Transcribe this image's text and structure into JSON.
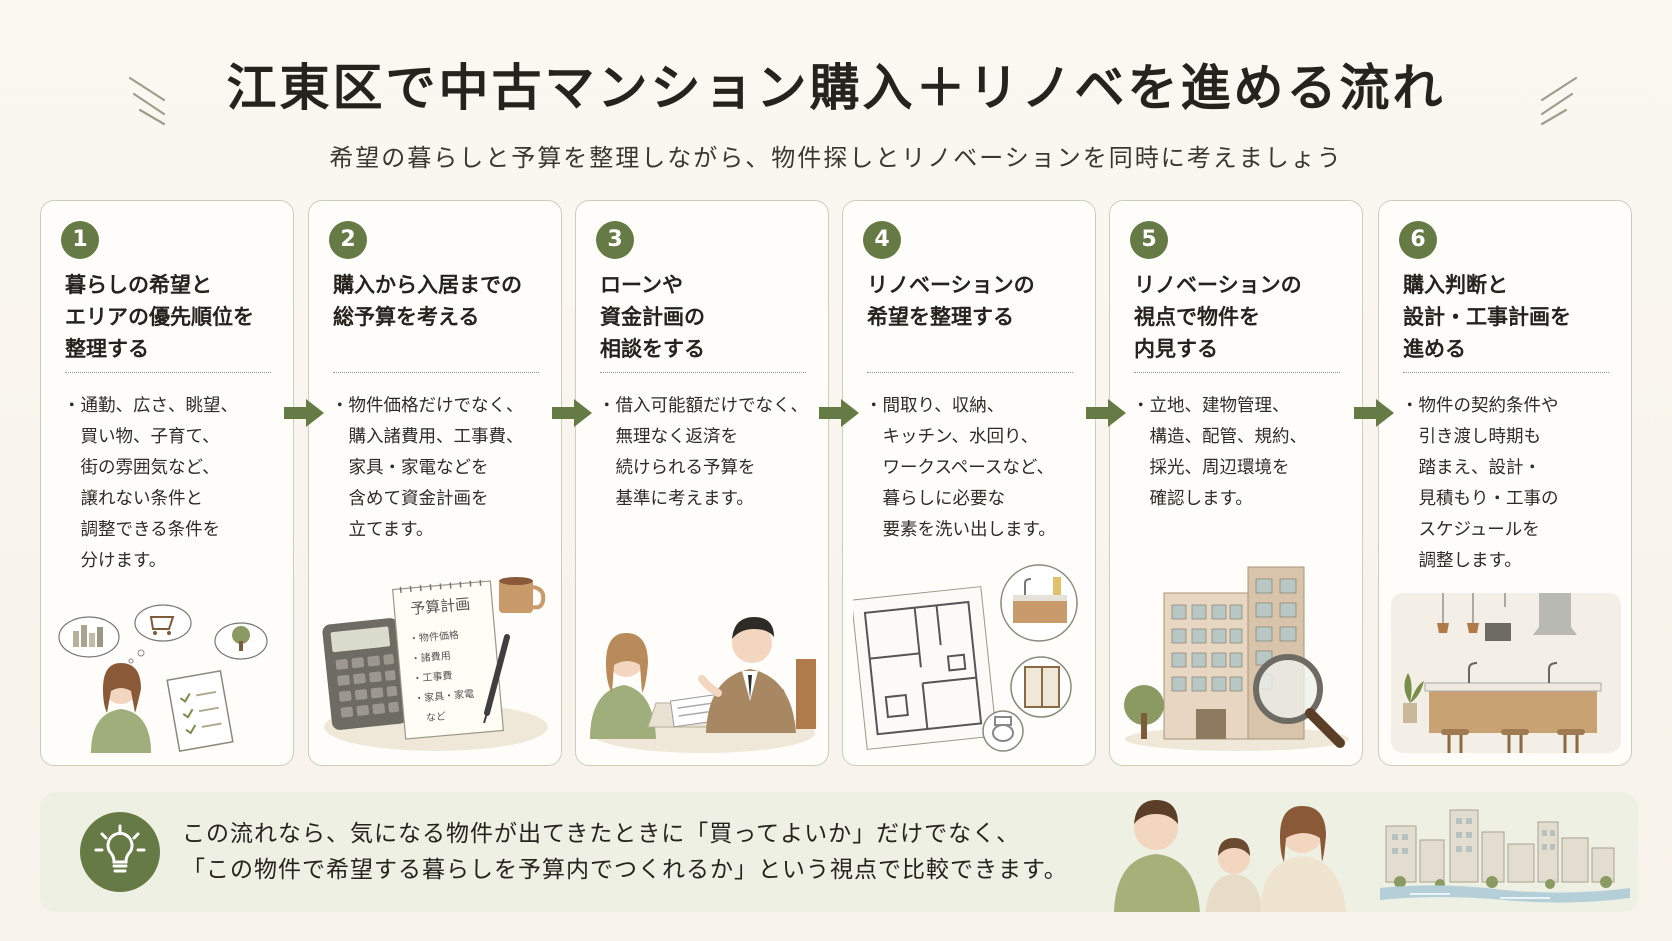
{
  "title": "江東区で中古マンション購入＋リノベを進める流れ",
  "subtitle": "希望の暮らしと予算を整理しながら、物件探しとリノベーションを同時に考えましょう",
  "colors": {
    "accent": "#667a45",
    "card_border": "#c9cfbb",
    "background": "#f7f2ea",
    "footer_bg": "#eef0e4"
  },
  "steps": [
    {
      "number": "1",
      "title": "暮らしの希望と\nエリアの優先順位を\n整理する",
      "body": "・通勤、広さ、眺望、\n　買い物、子育て、\n　街の雰囲気など、\n　譲れない条件と\n　調整できる条件を\n　分けます。",
      "illustration": "woman-thinking-checklist-icon"
    },
    {
      "number": "2",
      "title": "購入から入居までの\n総予算を考える",
      "body": "・物件価格だけでなく、\n　購入諸費用、工事費、\n　家具・家電などを\n　含めて資金計画を\n　立てます。",
      "illustration": "calculator-budget-notebook-icon",
      "notebook_title": "予算計画",
      "notebook_items": [
        "・物件価格",
        "・諸費用",
        "・工事費",
        "・家具・家電",
        "など"
      ]
    },
    {
      "number": "3",
      "title": "ローンや\n資金計画の\n相談をする",
      "body": "・借入可能額だけでなく、\n　無理なく返済を\n　続けられる予算を\n　基準に考えます。",
      "illustration": "loan-consultation-icon"
    },
    {
      "number": "4",
      "title": "リノベーションの\n希望を整理する",
      "body": "・間取り、収納、\n　キッチン、水回り、\n　ワークスペースなど、\n　暮らしに必要な\n　要素を洗い出します。",
      "illustration": "floor-plan-kitchen-icon"
    },
    {
      "number": "5",
      "title": "リノベーションの\n視点で物件を\n内見する",
      "body": "・立地、建物管理、\n　構造、配管、規約、\n　採光、周辺環境を\n　確認します。",
      "illustration": "building-magnifier-icon"
    },
    {
      "number": "6",
      "title": "購入判断と\n設計・工事計画を\n進める",
      "body": "・物件の契約条件や\n　引き渡し時期も\n　踏まえ、設計・\n　見積もり・工事の\n　スケジュールを\n　調整します。",
      "illustration": "renovated-kitchen-icon"
    }
  ],
  "footer": {
    "icon": "lightbulb-icon",
    "line1": "この流れなら、気になる物件が出てきたときに「買ってよいか」だけでなく、",
    "line2": "「この物件で希望する暮らしを予算内でつくれるか」という視点で比較できます。"
  }
}
